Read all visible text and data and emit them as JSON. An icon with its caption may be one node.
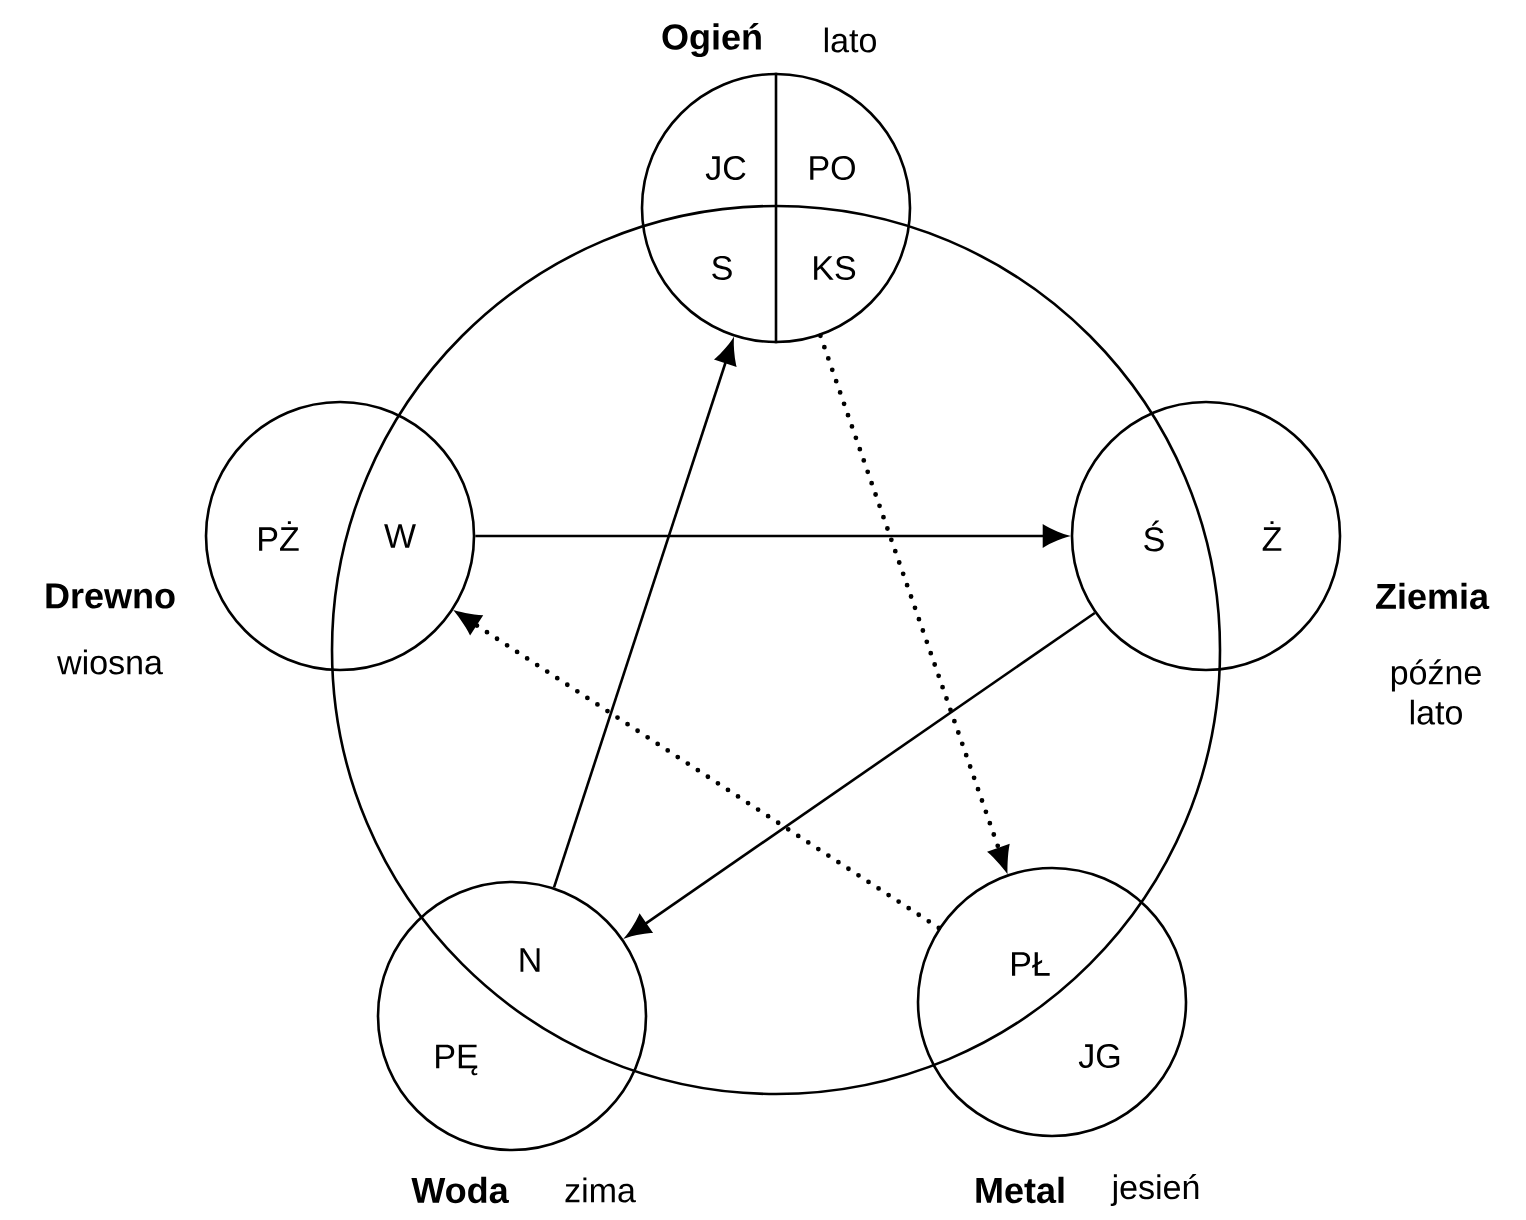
{
  "diagram": {
    "nodes": [
      {
        "text": [
          "Ogień",
          "JC",
          "PO",
          "S",
          "KS"
        ],
        "beside": [
          "lato"
        ]
      },
      {
        "text": [
          "PŻ",
          "W",
          "Drewno"
        ],
        "beside": [
          "wiosna"
        ]
      },
      {
        "text": [
          "Ś",
          "Ż",
          "Ziemia"
        ],
        "beside": [
          "późne lato"
        ]
      },
      {
        "text": [
          "N",
          "PĘ",
          "Woda"
        ],
        "beside": [
          "zima"
        ]
      },
      {
        "text": [
          "PŁ",
          "JG",
          "Metal"
        ],
        "beside": [
          "jesień"
        ]
      }
    ],
    "edges": [
      {
        "from": 3,
        "to": 0,
        "arrow": "to"
      },
      {
        "from": 1,
        "to": 2,
        "arrow": "to"
      },
      {
        "from": 2,
        "to": 3,
        "arrow": "to"
      },
      {
        "from": 0,
        "to": 4,
        "arrow": "to",
        "style": "dashed"
      },
      {
        "from": 4,
        "to": 1,
        "arrow": "to",
        "style": "dashed"
      }
    ]
  }
}
